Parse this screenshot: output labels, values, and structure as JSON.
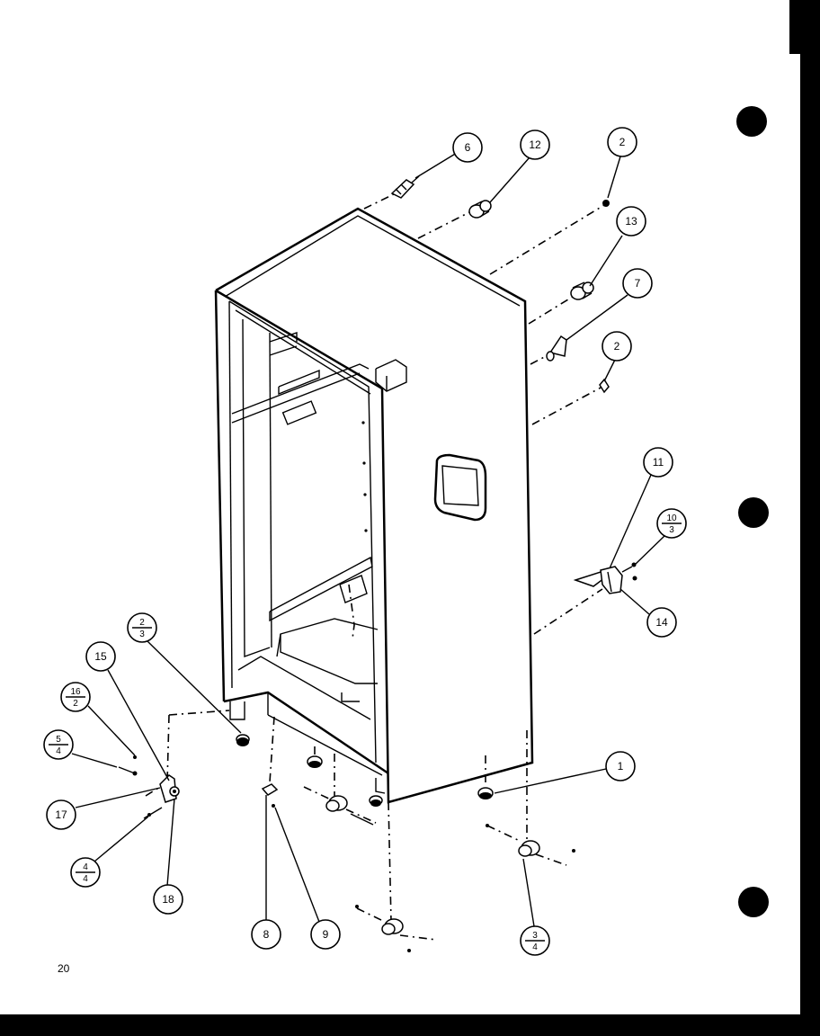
{
  "page_number": "20",
  "callouts": [
    {
      "id": "6",
      "top": "6"
    },
    {
      "id": "12",
      "top": "12"
    },
    {
      "id": "2a",
      "top": "2"
    },
    {
      "id": "13",
      "top": "13"
    },
    {
      "id": "7",
      "top": "7"
    },
    {
      "id": "2b",
      "top": "2"
    },
    {
      "id": "11",
      "top": "11"
    },
    {
      "id": "10-3",
      "top": "10",
      "bottom": "3"
    },
    {
      "id": "14",
      "top": "14"
    },
    {
      "id": "2-3",
      "top": "2",
      "bottom": "3"
    },
    {
      "id": "15",
      "top": "15"
    },
    {
      "id": "16-2",
      "top": "16",
      "bottom": "2"
    },
    {
      "id": "5-4",
      "top": "5",
      "bottom": "4"
    },
    {
      "id": "17",
      "top": "17"
    },
    {
      "id": "4-4",
      "top": "4",
      "bottom": "4"
    },
    {
      "id": "18",
      "top": "18"
    },
    {
      "id": "8",
      "top": "8"
    },
    {
      "id": "9",
      "top": "9"
    },
    {
      "id": "1",
      "top": "1"
    },
    {
      "id": "3-4",
      "top": "3",
      "bottom": "4"
    }
  ]
}
